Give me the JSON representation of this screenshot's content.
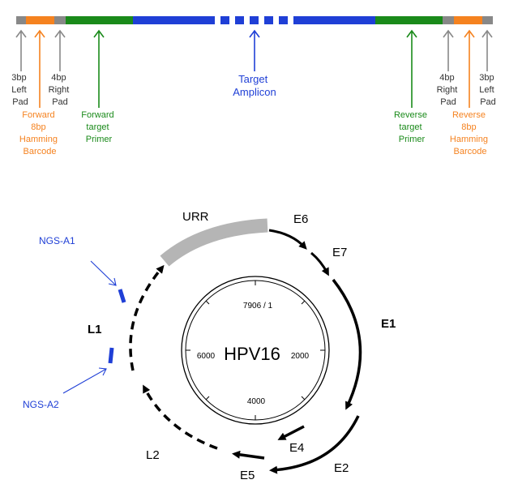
{
  "colors": {
    "pad": "#888888",
    "barcode": "#f5821f",
    "primer": "#1a8a1a",
    "amplicon": "#1f3fd6",
    "urr": "#b5b5b5",
    "line": "#000000",
    "ngs": "#1f3fd6"
  },
  "construct": {
    "left_pad": [
      "3bp",
      "Left",
      "Pad"
    ],
    "left_barcode": [
      "Forward",
      "8bp",
      "Hamming",
      "Barcode"
    ],
    "right_pad_left": [
      "4bp",
      "Right",
      "Pad"
    ],
    "forward_primer": [
      "Forward",
      "target",
      "Primer"
    ],
    "target": [
      "Target",
      "Amplicon"
    ],
    "reverse_primer": [
      "Reverse",
      "target",
      "Primer"
    ],
    "right_pad_right": [
      "4bp",
      "Right",
      "Pad"
    ],
    "right_barcode": [
      "Reverse",
      "8bp",
      "Hamming",
      "Barcode"
    ],
    "right_left_pad": [
      "3bp",
      "Left",
      "Pad"
    ]
  },
  "genome": {
    "name": "HPV16",
    "ticks": {
      "top": "7906 / 1",
      "right": "2000",
      "bottom": "4000",
      "left": "6000"
    },
    "genes": {
      "urr": "URR",
      "e6": "E6",
      "e7": "E7",
      "e1": "E1",
      "e2": "E2",
      "e4": "E4",
      "e5": "E5",
      "l2": "L2",
      "l1": "L1"
    },
    "probes": {
      "a1": "NGS-A1",
      "a2": "NGS-A2"
    }
  }
}
